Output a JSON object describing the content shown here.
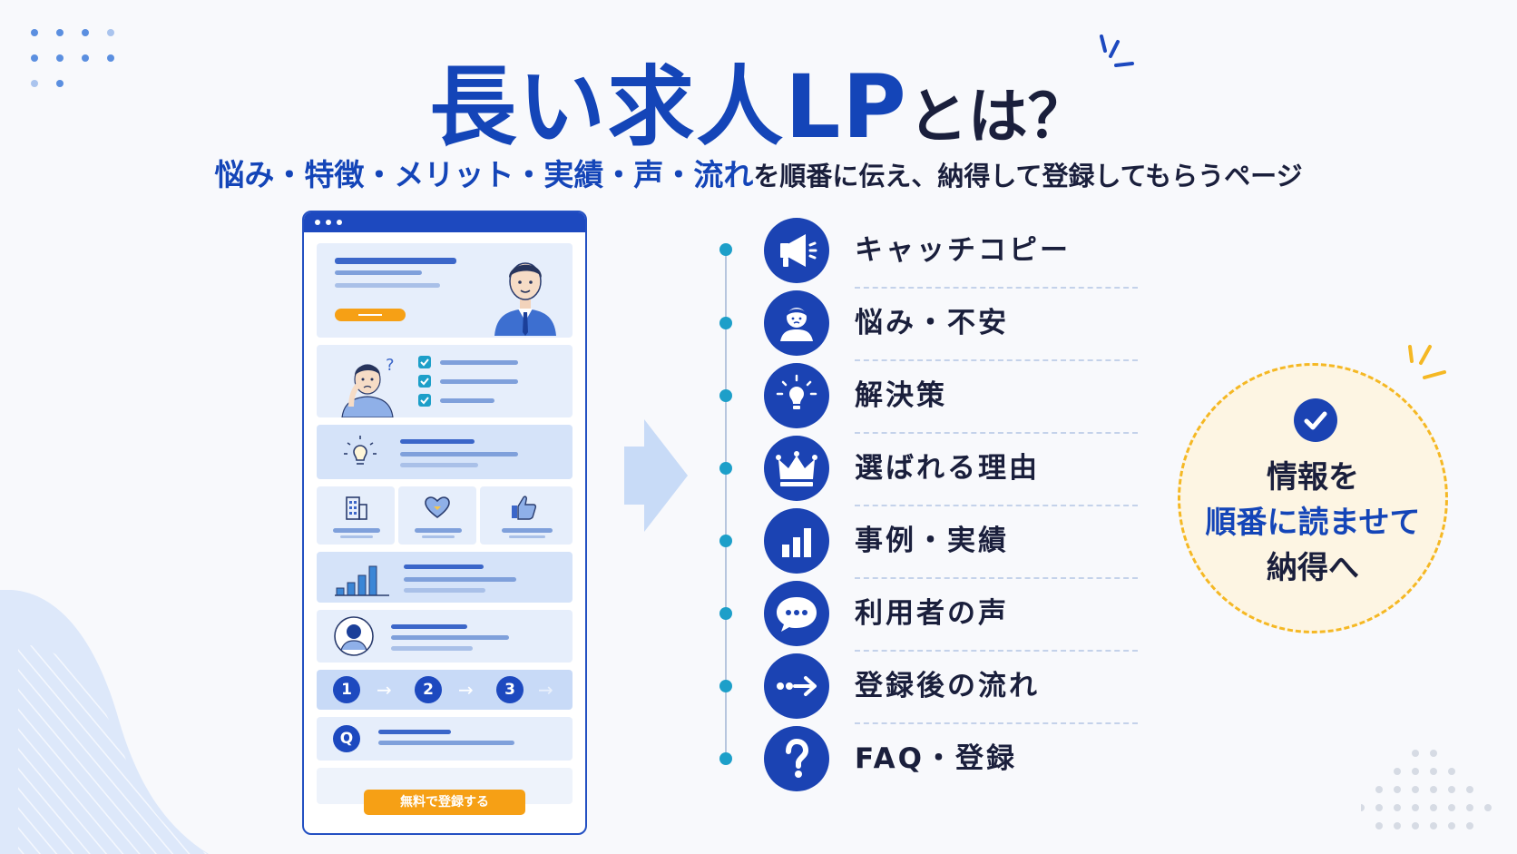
{
  "title": {
    "main": "長い求人LP",
    "suffix": "とは？"
  },
  "subtitle": {
    "highlight": "悩み・特徴・メリット・実績・声・流れ",
    "rest": "を順番に伝え、納得して登録してもらうページ"
  },
  "mockup": {
    "cta_label": "無料で登録する",
    "steps": [
      "1",
      "2",
      "3"
    ],
    "faq_letter": "Q",
    "question_mark": "?"
  },
  "timeline": {
    "items": [
      {
        "label": "キャッチコピー",
        "icon": "megaphone-icon"
      },
      {
        "label": "悩み・不安",
        "icon": "worried-person-icon"
      },
      {
        "label": "解決策",
        "icon": "lightbulb-icon"
      },
      {
        "label": "選ばれる理由",
        "icon": "crown-icon"
      },
      {
        "label": "事例・実績",
        "icon": "bar-chart-icon"
      },
      {
        "label": "利用者の声",
        "icon": "speech-bubble-icon"
      },
      {
        "label": "登録後の流れ",
        "icon": "flow-arrow-icon"
      },
      {
        "label": "FAQ・登録",
        "icon": "question-icon"
      }
    ]
  },
  "badge": {
    "line1": "情報を",
    "line2": "順番に読ませて",
    "line3": "納得へ"
  },
  "colors": {
    "primary": "#1445b8",
    "icon_bg": "#1b43b3",
    "accent_orange": "#f6a015",
    "timeline_dot": "#1d9fc9",
    "badge_bg": "#fdf5e3",
    "badge_border": "#f5b824"
  }
}
